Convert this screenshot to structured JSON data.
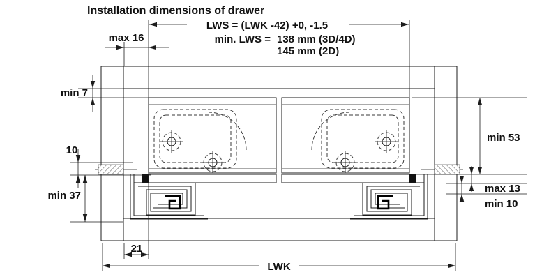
{
  "texts": {
    "title": "Installation dimensions of drawer",
    "lws_formula": "LWS = (LWK -42) +0, -1.5",
    "min_lws_label": "min. LWS =",
    "min_lws_3d4d": "138 mm (3D/4D)",
    "min_lws_2d": "145 mm (2D)",
    "max16": "max 16",
    "min7": "min 7",
    "ten": "10",
    "min37": "min 37",
    "min53": "min 53",
    "max13": "max 13",
    "min10": "min 10",
    "twentyone": "21",
    "lwk": "LWK"
  },
  "colors": {
    "panel_gray": "#cacaca",
    "panel_dot": "#909090",
    "drawer_gray": "#e4e4e4",
    "line_black": "#1c1c1c",
    "background": "#ffffff"
  }
}
